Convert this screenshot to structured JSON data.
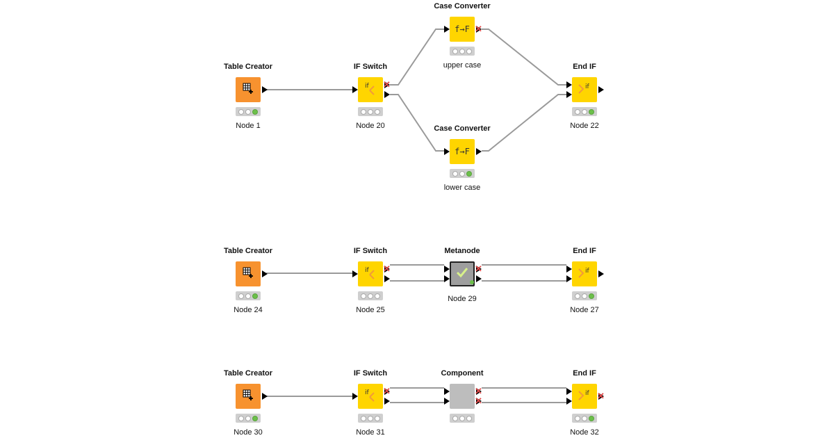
{
  "colors": {
    "manipulator": "#f7922f",
    "flow_control": "#ffd500",
    "component": "#bdbdbd",
    "metanode": "#9e9e9e",
    "connection": "#9a9a9a",
    "success": "#6cc04a",
    "inactive": "#e24b4b"
  },
  "workflow": {
    "row1": {
      "table_creator": {
        "title": "Table Creator",
        "label": "Node 1",
        "status": "executed",
        "icon": "table-plus-icon"
      },
      "if_switch": {
        "title": "IF Switch",
        "label": "Node 20",
        "status": "configured",
        "icon": "if-switch-icon"
      },
      "case_upper": {
        "title": "Case Converter",
        "label": "upper case",
        "status": "idle",
        "icon": "case-convert-icon",
        "glyph": "f→F"
      },
      "case_lower": {
        "title": "Case Converter",
        "label": "lower case",
        "status": "executed",
        "icon": "case-convert-icon",
        "glyph": "f→F"
      },
      "end_if": {
        "title": "End IF",
        "label": "Node 22",
        "status": "configured",
        "icon": "end-if-icon"
      }
    },
    "row2": {
      "table_creator": {
        "title": "Table Creator",
        "label": "Node 24",
        "status": "executed",
        "icon": "table-plus-icon"
      },
      "if_switch": {
        "title": "IF Switch",
        "label": "Node 25",
        "status": "configured",
        "icon": "if-switch-icon"
      },
      "metanode": {
        "title": "Metanode",
        "label": "Node 29",
        "status": "executed",
        "icon": "checkmark-icon"
      },
      "end_if": {
        "title": "End IF",
        "label": "Node 27",
        "status": "configured",
        "icon": "end-if-icon"
      }
    },
    "row3": {
      "table_creator": {
        "title": "Table Creator",
        "label": "Node 30",
        "status": "executed",
        "icon": "table-plus-icon"
      },
      "if_switch": {
        "title": "IF Switch",
        "label": "Node 31",
        "status": "configured",
        "icon": "if-switch-icon"
      },
      "component": {
        "title": "Component",
        "label": "",
        "status": "idle",
        "icon": "component-icon"
      },
      "end_if": {
        "title": "End IF",
        "label": "Node 32",
        "status": "configured",
        "icon": "end-if-icon"
      }
    }
  }
}
